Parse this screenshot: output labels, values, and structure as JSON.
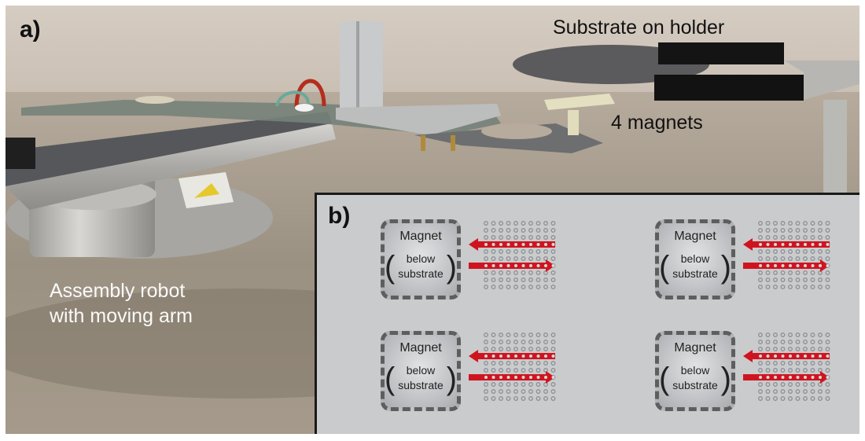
{
  "panel_a": {
    "label": "a)",
    "captions": {
      "substrate": "Substrate on holder",
      "magnets": "4 magnets",
      "robot_line1": "Assembly robot",
      "robot_line2": "with moving arm"
    }
  },
  "panel_b": {
    "label": "b)",
    "units": [
      {
        "title": "Magnet",
        "sub_line1": "below",
        "sub_line2": "substrate"
      },
      {
        "title": "Magnet",
        "sub_line1": "below",
        "sub_line2": "substrate"
      },
      {
        "title": "Magnet",
        "sub_line1": "below",
        "sub_line2": "substrate"
      },
      {
        "title": "Magnet",
        "sub_line1": "below",
        "sub_line2": "substrate"
      }
    ],
    "dot_grid": {
      "columns": 10,
      "rows": 10,
      "arrow_rows": [
        4,
        7
      ]
    },
    "arrows": [
      {
        "direction": "left",
        "row": 4
      },
      {
        "direction": "right",
        "row": 7
      }
    ]
  },
  "colors": {
    "arrow": "#d0141f",
    "panel_bg": "#c9cbcd",
    "magnet_border": "#5e5e5e",
    "dot": "#8e9094"
  }
}
